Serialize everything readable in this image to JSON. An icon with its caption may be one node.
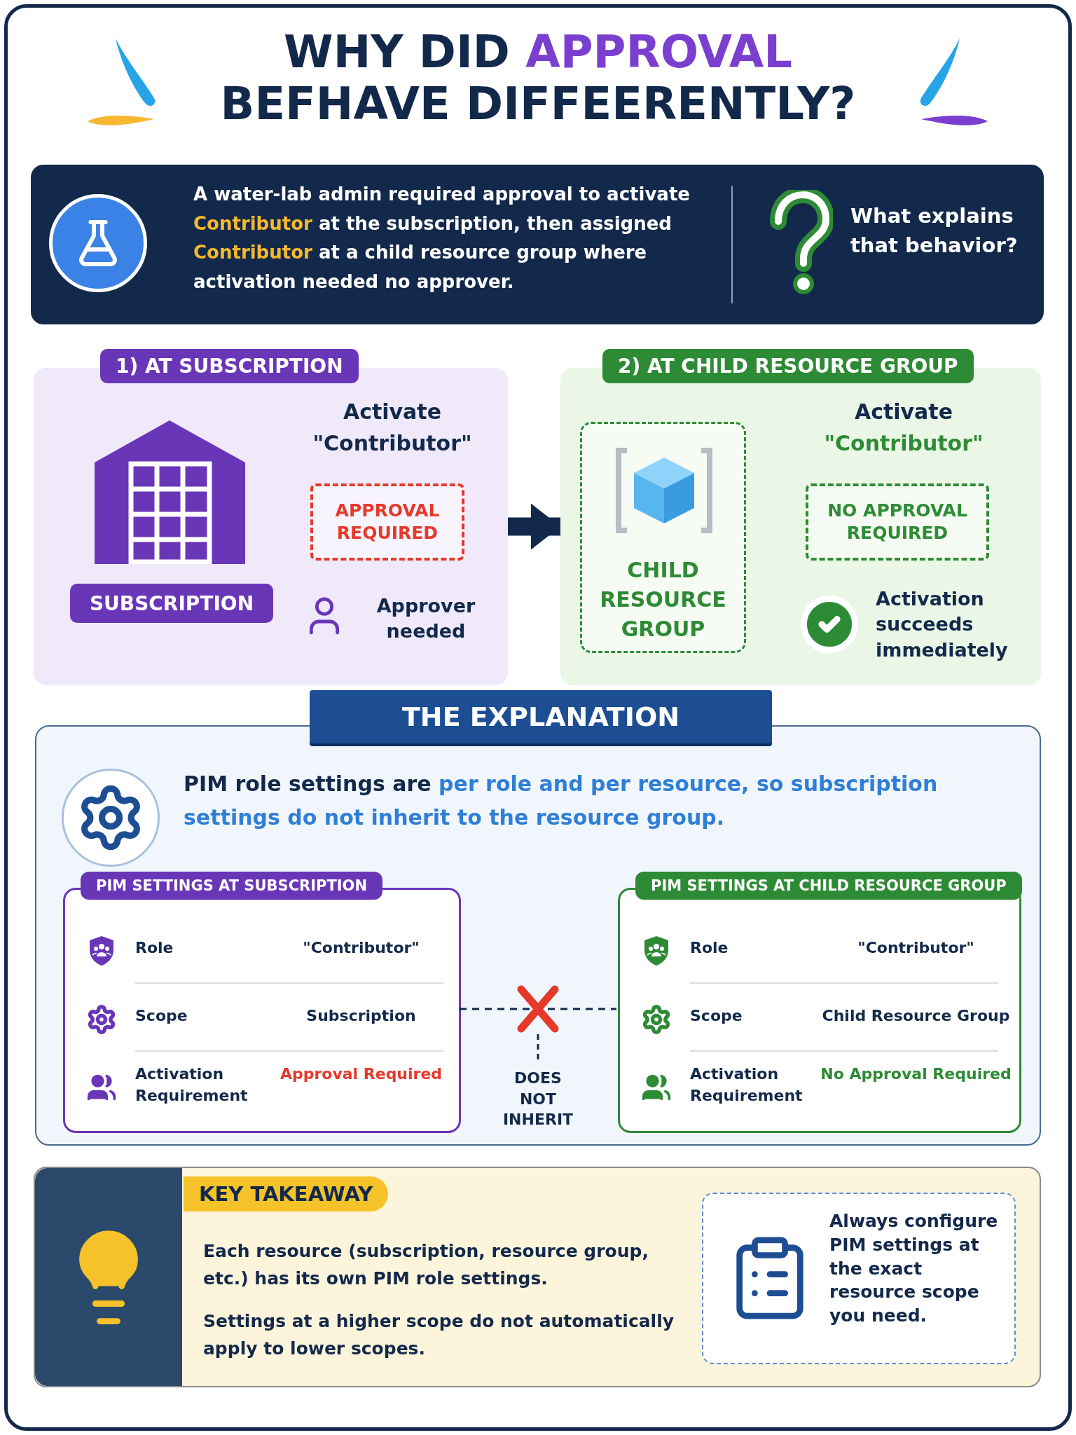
{
  "diagram": {
    "title": "WHY DID **APPROVAL** BEFHAVE DIFFEERENTLY?",
    "nodes": [
      {
        "text": [
          "A water-lab admin required approval to activate **Contributor** at the subscription, then assigned **Contributor** at a child resource group where activation needed no approver.",
          "What explains that behavior?"
        ]
      },
      {
        "text": [
          "1) AT SUBSCRIPTION",
          "Activate \"Contributor\"",
          "Approver needed"
        ]
      },
      {
        "text": [
          "SUBSCRIPTION"
        ],
        "in": 1
      },
      {
        "text": [
          "APPROVAL REQUIRED"
        ],
        "in": 1
      },
      {
        "text": [
          "2) AT CHILD RESOURCE GROUP",
          "Activate **\"Contributor\"**",
          "Activation succeeds immediately"
        ]
      },
      {
        "text": [
          "CHILD RESOURCE GROUP"
        ],
        "in": 4
      },
      {
        "text": [
          "NO APPROVAL REQUIRED"
        ],
        "in": 4
      },
      {
        "text": [
          "THE EXPLANATION",
          "PIM role settings are **per role and per resource, so subscription settings do not inherit to the resource group.**"
        ]
      },
      {
        "text": [
          "PIM SETTINGS AT SUBSCRIPTION",
          "Role",
          "\"Contributor\"",
          "Scope",
          "Subscription",
          "Activation Requirement",
          "Approval Required"
        ],
        "in": 7
      },
      {
        "text": [
          "PIM SETTINGS AT CHILD RESOURCE GROUP",
          "Role",
          "\"Contributor\"",
          "Scope",
          "Child Resource Group",
          "Activation Requirement",
          "No Approval Required"
        ],
        "in": 7
      },
      {
        "text": [
          "KEY TAKEAWAY",
          "Each resource (subscription, resource group, etc.) has its own PIM role settings.",
          "Settings at a higher scope do not automatically apply to lower scopes."
        ]
      },
      {
        "text": [
          "Always configure PIM settings at the exact resource scope you need."
        ],
        "in": 10
      }
    ],
    "edges": [
      {
        "from": 1,
        "to": 4,
        "arrow": "to",
        "style": "thick"
      },
      {
        "from": 8,
        "to": 9,
        "arrow": "none",
        "style": "dashed",
        "label": "DOES NOT INHERIT"
      }
    ]
  }
}
